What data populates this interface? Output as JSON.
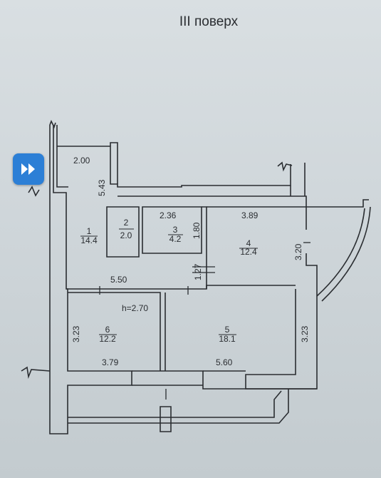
{
  "title": "III поверх",
  "height_label": "h=2.70",
  "rooms": [
    {
      "num": "1",
      "area": "14.4"
    },
    {
      "num": "2",
      "area": "2.0"
    },
    {
      "num": "3",
      "area": "4.2"
    },
    {
      "num": "4",
      "area": "12.4"
    },
    {
      "num": "5",
      "area": "18.1"
    },
    {
      "num": "6",
      "area": "12.2"
    }
  ],
  "dimensions": {
    "d1": "2.00",
    "d2": "5.43",
    "d3": "2.36",
    "d4": "1.80",
    "d5": "3.89",
    "d6": "3.20",
    "d7": "5.50",
    "d8": "1.27",
    "d9": "3.23",
    "d10": "3.23",
    "d11": "3.79",
    "d12": "5.60"
  },
  "colors": {
    "ink": "#2a2d31",
    "paper": "#d3d9dc",
    "button": "#2c7fd6"
  },
  "button_icon": "fast-forward-icon"
}
